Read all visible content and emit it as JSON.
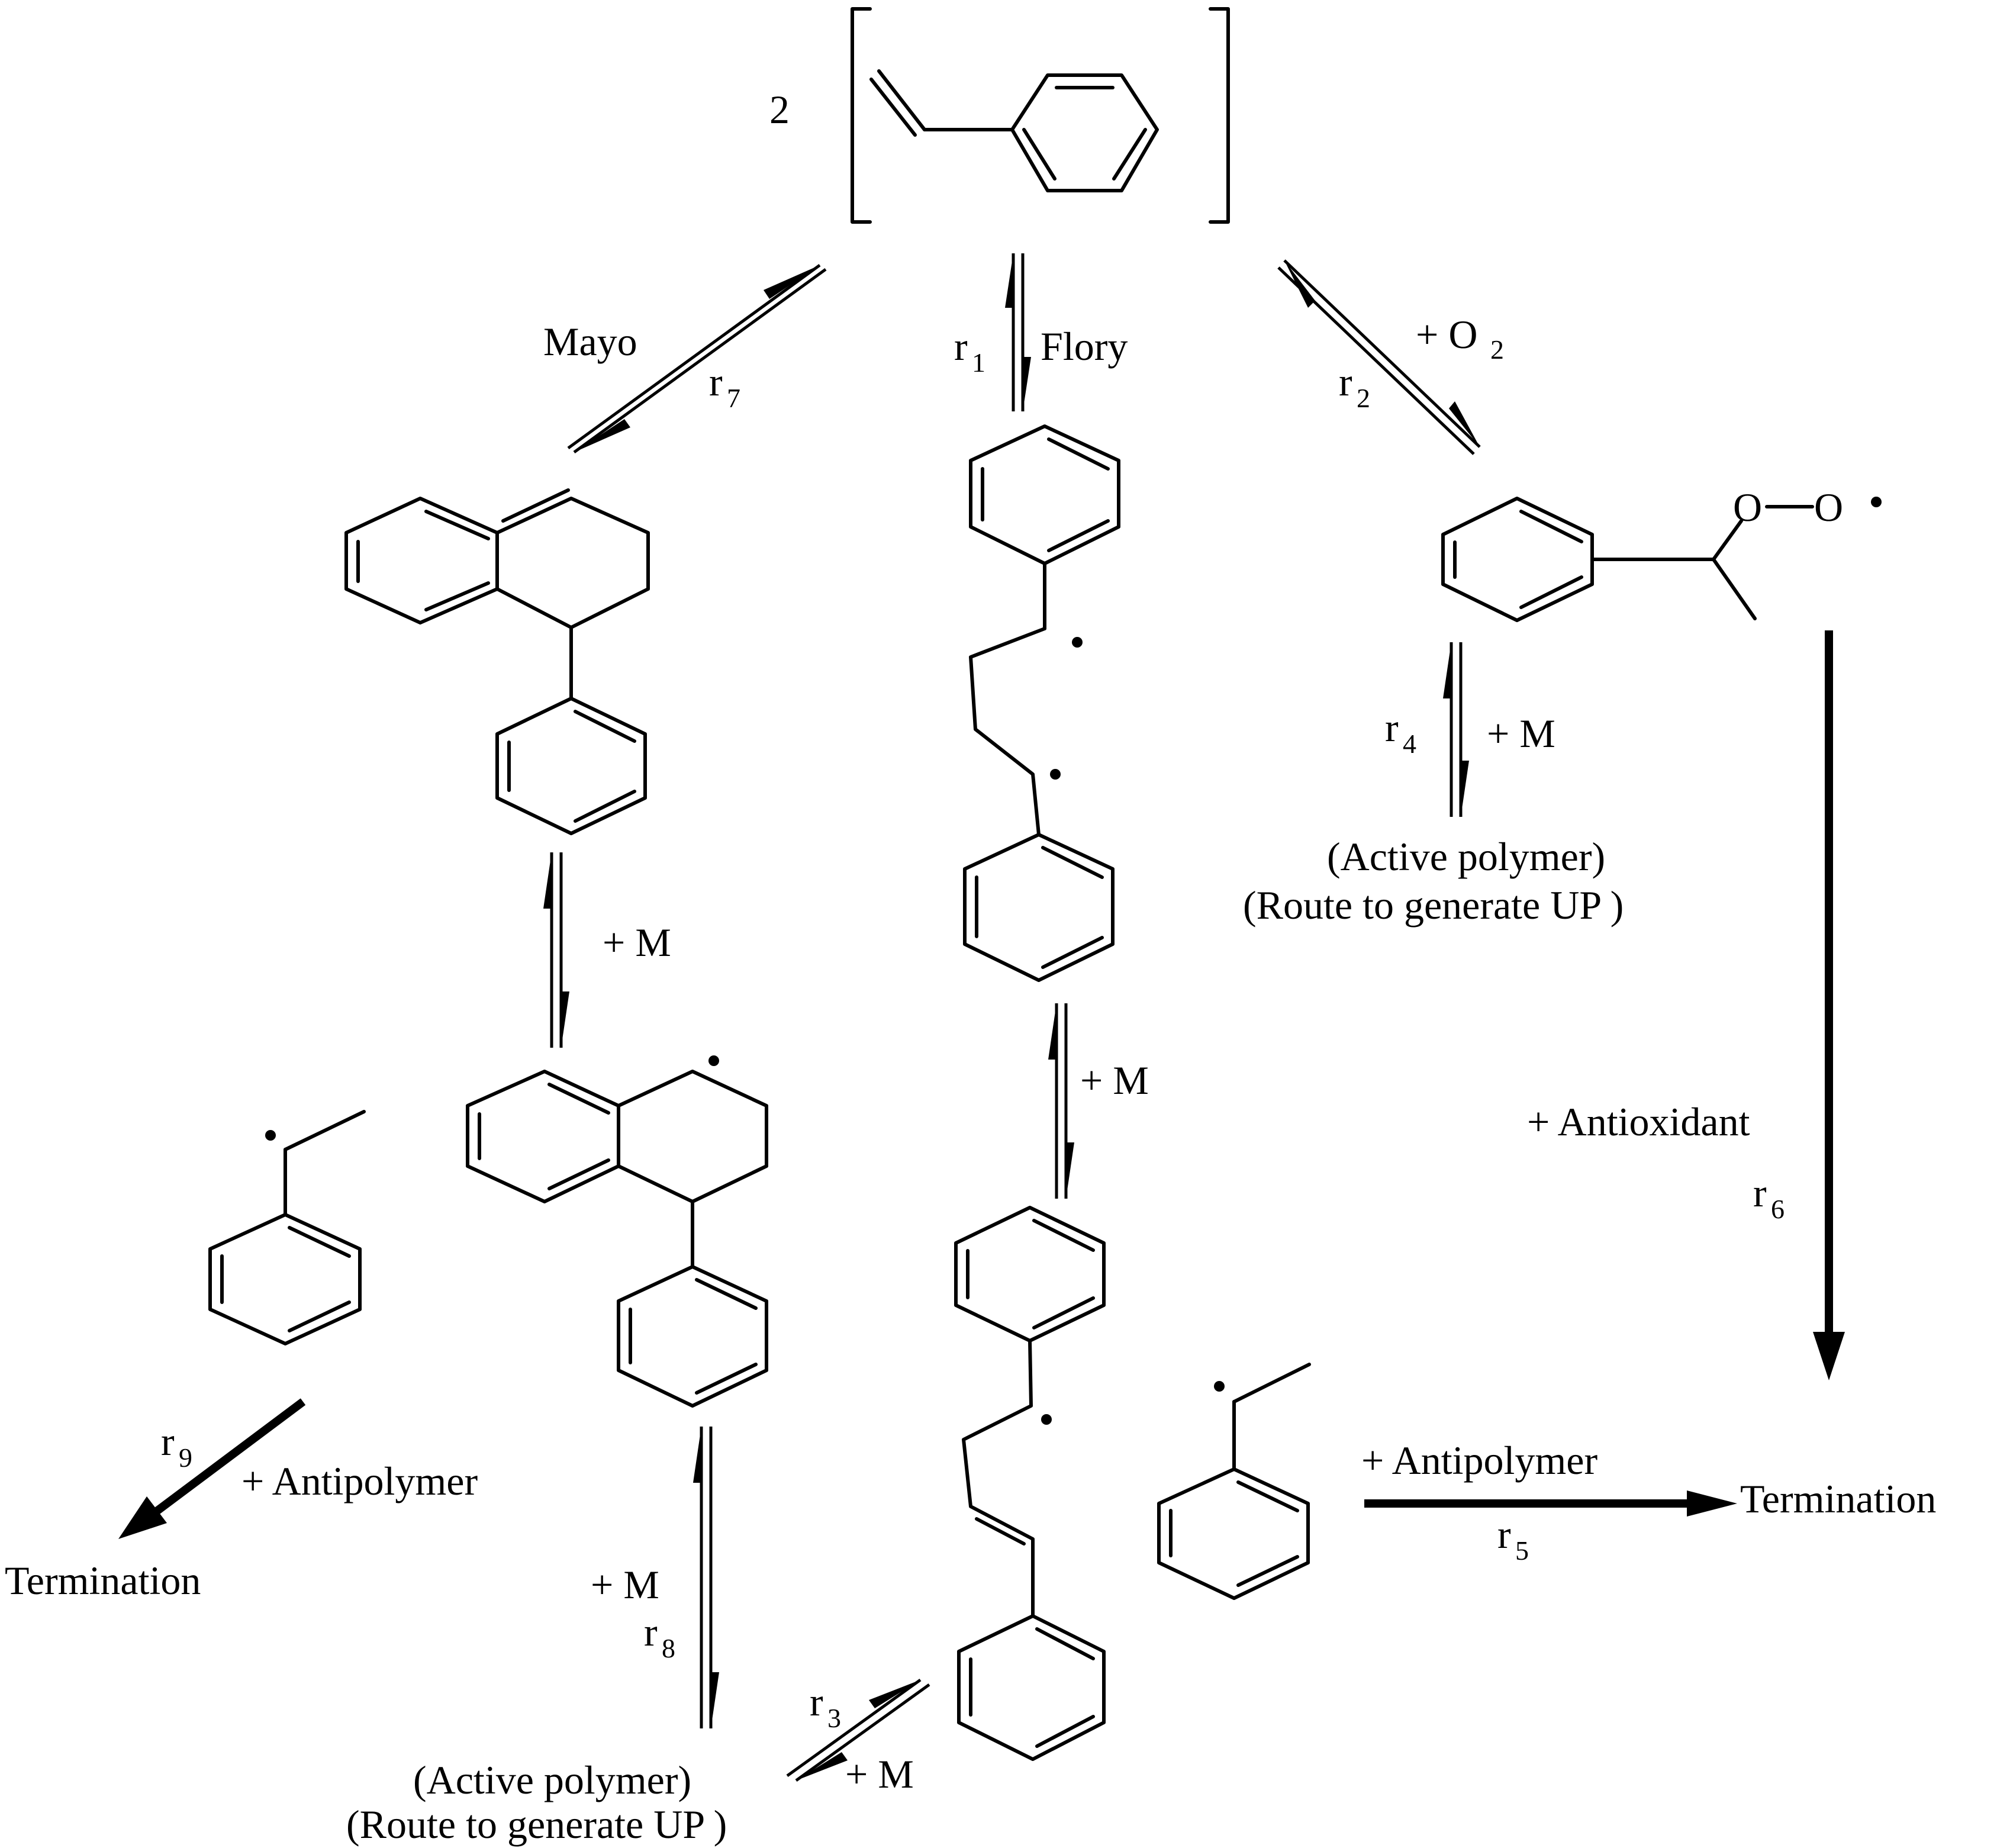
{
  "scheme": {
    "coefficient": "2",
    "labels": {
      "mayo": "Mayo",
      "flory": "Flory",
      "plus_o2": "+ O",
      "o2_sub": "2",
      "plus_m": "+ M",
      "antioxidant": "+ Antioxidant",
      "antipolymer": "+ Antipolymer",
      "termination": "Termination",
      "active_polymer": "(Active polymer)",
      "route_up": "(Route to generate UP )",
      "oxygen": "O",
      "r": "r"
    },
    "rates": {
      "r1": "1",
      "r2": "2",
      "r3": "3",
      "r4": "4",
      "r5": "5",
      "r6": "6",
      "r7": "7",
      "r8": "8",
      "r9": "9"
    },
    "structures": [
      "styrene",
      "mayo-dimer",
      "flory-diradical",
      "peroxy-radical",
      "mayo-radical",
      "styryl-radical",
      "phenylethyl-radical-left",
      "phenylethyl-radical-right"
    ]
  }
}
